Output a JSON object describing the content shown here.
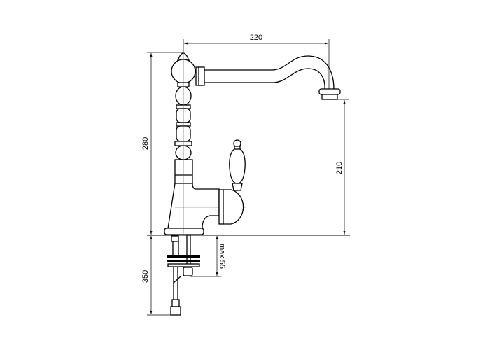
{
  "drawing": {
    "title": "Faucet dimension drawing",
    "dimensions": {
      "spout_reach": "220",
      "total_height": "280",
      "spout_outlet_height": "210",
      "max_deck_thickness": "max 55",
      "hose_length": "350"
    }
  }
}
